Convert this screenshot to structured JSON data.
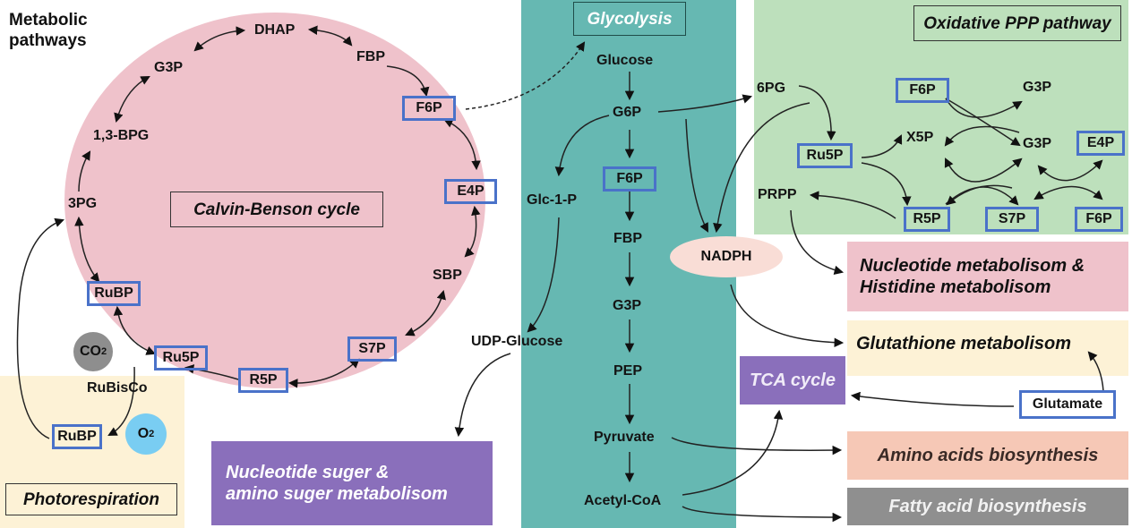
{
  "figure_title": "Metabolic pathways",
  "regions": {
    "calvin": {
      "title": "Calvin-Benson cycle",
      "color": "#efc2cb"
    },
    "glycolysis": {
      "title": "Glycolysis",
      "color": "#66b8b2"
    },
    "oxppp": {
      "title": "Oxidative PPP pathway",
      "color": "#bde0bc"
    },
    "photorespiration": {
      "title": "Photorespiration",
      "color": "#fdf2d6"
    }
  },
  "calvin_nodes": {
    "dhap": "DHAP",
    "fbp": "FBP",
    "f6p": "F6P",
    "e4p": "E4P",
    "sbp": "SBP",
    "s7p": "S7P",
    "r5p": "R5P",
    "ru5p": "Ru5P",
    "rubp": "RuBP",
    "pg3": "3PG",
    "bpg13": "1,3-BPG",
    "g3p": "G3P"
  },
  "photorespiration_nodes": {
    "co2": "CO",
    "co2_sub": "2",
    "rubisco": "RuBisCo",
    "rubp": "RuBP",
    "o2": "O",
    "o2_sub": "2"
  },
  "glycolysis_nodes": {
    "glucose": "Glucose",
    "g6p": "G6P",
    "f6p": "F6P",
    "fbp": "FBP",
    "g3p": "G3P",
    "pep": "PEP",
    "pyruvate": "Pyruvate",
    "acetyl_coa": "Acetyl-CoA",
    "glc1p": "Glc-1-P",
    "udp_glucose": "UDP-Glucose",
    "nadph": "NADPH"
  },
  "ppp_nodes": {
    "pg6": "6PG",
    "ru5p": "Ru5P",
    "prpp": "PRPP",
    "f6p_top": "F6P",
    "g3p_top": "G3P",
    "x5p": "X5P",
    "g3p_mid": "G3P",
    "e4p": "E4P",
    "r5p": "R5P",
    "s7p": "S7P",
    "f6p_bottom": "F6P"
  },
  "outcome_blocks": {
    "nucleotide_sugar": {
      "line1": "Nucleotide suger &",
      "line2": "amino suger metabolisom",
      "color": "#8a6fbb"
    },
    "nucleotide_histidine": {
      "line1": "Nucleotide metabolisom &",
      "line2": "Histidine metabolisom",
      "color": "#efc2cb"
    },
    "glutathione": {
      "label": "Glutathione metabolisom",
      "color": "#fdf2d6"
    },
    "tca": {
      "label": "TCA cycle",
      "color": "#8a6fbb"
    },
    "glutamate": {
      "label": "Glutamate"
    },
    "amino_acids": {
      "label": "Amino acids biosynthesis",
      "color": "#f6c8b6"
    },
    "fatty_acid": {
      "label": "Fatty acid biosynthesis",
      "color": "#8f8f8f"
    }
  },
  "colors": {
    "node_border": "#4a72c9",
    "co2_fill": "#8e8e8e",
    "o2_fill": "#79cdf2",
    "nadph_fill": "#f9ddd6"
  }
}
